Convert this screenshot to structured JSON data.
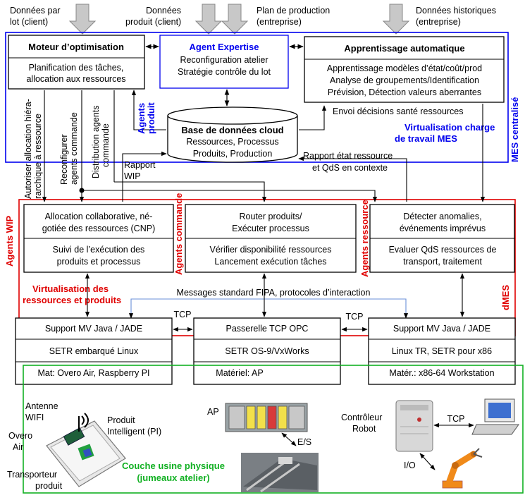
{
  "inputs": {
    "lot_data": [
      "Données par",
      "lot (client)"
    ],
    "product_data": [
      "Données",
      "produit (client)"
    ],
    "production_plan": [
      "Plan de production",
      "(entreprise)"
    ],
    "historical_data": [
      "Données historiques",
      "(entreprise)"
    ]
  },
  "optimisation_engine": {
    "title": "Moteur d’optimisation",
    "lines": [
      "Planification des tâches,",
      "allocation aux ressources"
    ]
  },
  "expertise_agent": {
    "title": "Agent Expertise",
    "lines": [
      "Reconfiguration atelier",
      "Stratégie contrôle du lot"
    ]
  },
  "machine_learning": {
    "title": "Apprentissage automatique",
    "lines": [
      "Apprentissage  modèles d’état/coût/prod",
      "Analyse de groupements/Identification",
      "Prévision, Détection valeurs aberrantes"
    ]
  },
  "cloud_db": {
    "title": "Base de données cloud",
    "lines": [
      "Ressources, Processus",
      "Produits, Production"
    ]
  },
  "side_labels": {
    "hierarchical_alloc": [
      "Autoriser allocation hiéra-",
      "rarchique à ressource"
    ],
    "reconfigure_agents": [
      "Reconfigurer",
      "agents commande"
    ],
    "distribution_agents": [
      "Distribution agents",
      "commande"
    ],
    "product_agents": [
      "Agents",
      "produit"
    ],
    "wip_report": [
      "Rapport",
      "WIP"
    ],
    "health_decisions": "Envoi décisions santé ressources",
    "workload_virtualization": [
      "Virtualisation charge",
      "de travail MES"
    ],
    "centralized_mes": "MES centralisé",
    "resource_report": [
      "Rapport état ressource",
      "et QdS en contexte"
    ],
    "agents_wip": "Agents WIP",
    "agents_command": "Agents commande",
    "agents_resource": "Agents ressource",
    "virtualization_resources": [
      "Virtualisation des",
      "ressources et produits"
    ],
    "fipa_messages": "Messages standard FIPA, protocoles d’interaction",
    "dmes": "dMES",
    "tcp_left": "TCP",
    "tcp_right": "TCP"
  },
  "agents": {
    "cnp": {
      "top": [
        "Allocation collaborative, né-",
        "gotiée des ressources (CNP)"
      ],
      "bottom": [
        "Suivi de l’exécution des",
        "produits et processus"
      ]
    },
    "router": {
      "top": [
        "Router produits/",
        "Exécuter processus"
      ],
      "bottom": [
        "Vérifier disponibilité ressources",
        "Lancement exécution tâches"
      ]
    },
    "anomalies": {
      "top": [
        "Détecter anomalies,",
        "événements imprévus"
      ],
      "bottom": [
        "Evaluer QdS ressources de",
        "transport, traitement"
      ]
    }
  },
  "platform": {
    "left": [
      "Support MV Java / JADE",
      "SETR embarqué Linux",
      "Mat: Overo Air, Raspberry PI"
    ],
    "middle": [
      "Passerelle TCP OPC",
      "SETR OS-9/VxWorks",
      "Matériel: AP"
    ],
    "right": [
      "Support MV Java / JADE",
      "Linux TR, SETR pour x86",
      "Matér.: x86-64 Workstation"
    ]
  },
  "physical_layer": {
    "title": [
      "Couche usine physique",
      "(jumeaux atelier)"
    ],
    "wifi_antenna": [
      "Antenne",
      "WIFI"
    ],
    "overo_air": [
      "Overo",
      "Air"
    ],
    "intelligent_product": [
      "Produit",
      "Intelligent (PI)"
    ],
    "carrier": [
      "Transporteur",
      "produit"
    ],
    "plc": "AP",
    "io_plc": "E/S",
    "robot_controller": [
      "Contrôleur",
      "Robot"
    ],
    "tcp_robot": "TCP",
    "io_robot": "I/O"
  },
  "colors": {
    "blue": "#0000ee",
    "red": "#e00000",
    "green": "#11b022",
    "grey_arrow": "#c8c8c8"
  }
}
